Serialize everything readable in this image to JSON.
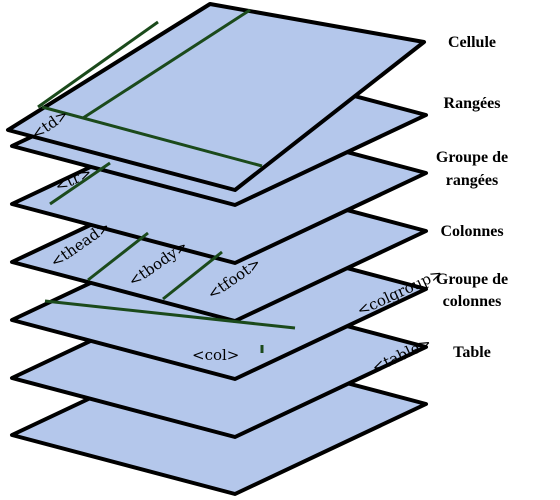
{
  "layers": [
    {
      "label_lines": [
        "Cellule"
      ],
      "tag": "<td>"
    },
    {
      "label_lines": [
        "Rangées"
      ],
      "tag": "<tr>"
    },
    {
      "label_lines": [
        "Groupe de",
        "rangées"
      ],
      "tags": [
        "<thead>",
        "<tbody>",
        "<tfoot>"
      ]
    },
    {
      "label_lines": [
        "Colonnes"
      ],
      "tag": "<col>"
    },
    {
      "label_lines": [
        "Groupe de",
        "colonnes"
      ],
      "tag": "<colgroup>"
    },
    {
      "label_lines": [
        "Table"
      ],
      "tag": "<table>"
    }
  ],
  "colors": {
    "plane_fill": "#b4c7eb",
    "plane_stroke": "#000000",
    "grid_line": "#1b4a1b"
  }
}
